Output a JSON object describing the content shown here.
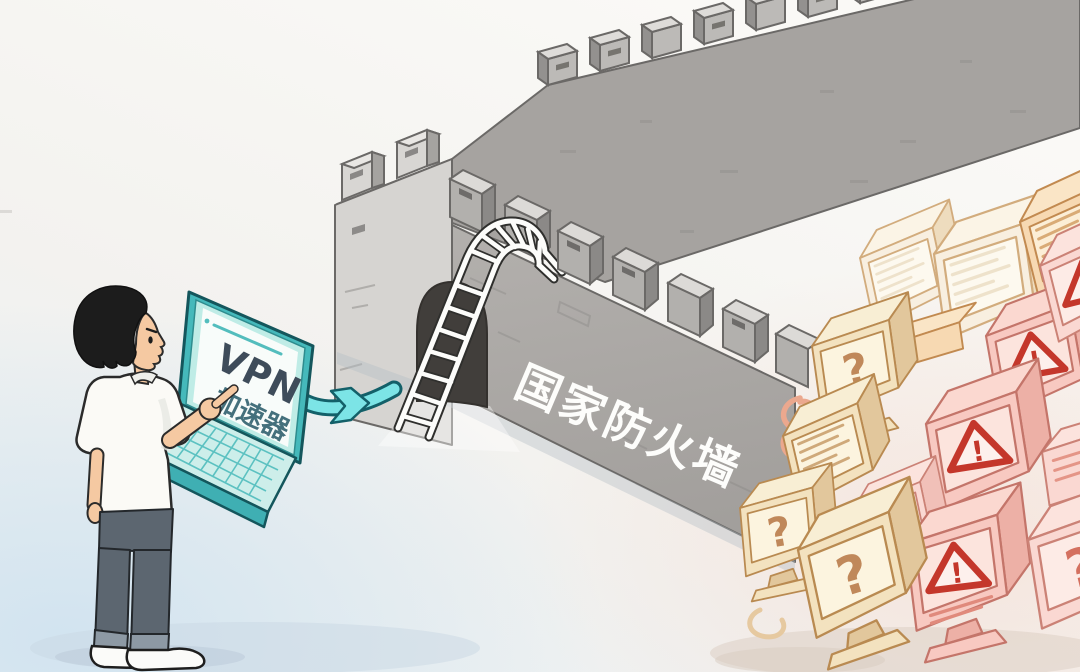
{
  "illustration": {
    "laptop": {
      "screen_title": "VPN",
      "screen_subtitle": "加速器"
    },
    "firewall": {
      "label": "国家防火墙"
    },
    "blocked_screens": {
      "question_glyph": "?",
      "alert_glyph": "!"
    },
    "colors": {
      "laptop_teal": "#45b9bb",
      "arrow_cyan": "#7ce4e6",
      "wall_gray": "#aeacaa",
      "alert_red": "#c4372b",
      "monitor_cream": "#f3e2bf",
      "monitor_pink": "#f8c9c1"
    }
  }
}
